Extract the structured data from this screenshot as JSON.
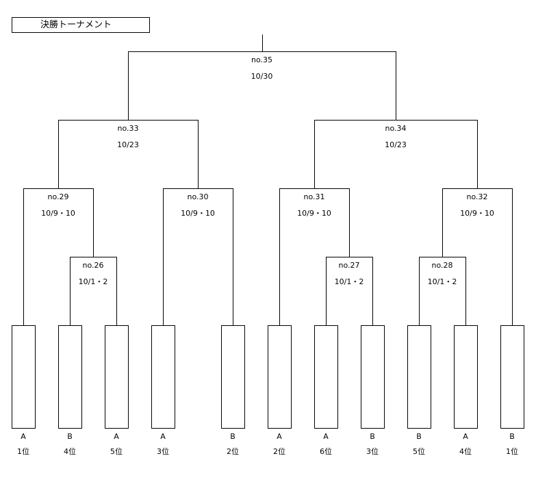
{
  "title": "決勝トーナメント",
  "matches": [
    {
      "id": "m35",
      "no": "no.35",
      "date": "10/30"
    },
    {
      "id": "m33",
      "no": "no.33",
      "date": "10/23"
    },
    {
      "id": "m34",
      "no": "no.34",
      "date": "10/23"
    },
    {
      "id": "m29",
      "no": "no.29",
      "date": "10/9・10"
    },
    {
      "id": "m30",
      "no": "no.30",
      "date": "10/9・10"
    },
    {
      "id": "m31",
      "no": "no.31",
      "date": "10/9・10"
    },
    {
      "id": "m32",
      "no": "no.32",
      "date": "10/9・10"
    },
    {
      "id": "m26",
      "no": "no.26",
      "date": "10/1・2"
    },
    {
      "id": "m27",
      "no": "no.27",
      "date": "10/1・2"
    },
    {
      "id": "m28",
      "no": "no.28",
      "date": "10/1・2"
    }
  ],
  "teams": [
    {
      "group": "A",
      "rank": "1位"
    },
    {
      "group": "B",
      "rank": "4位"
    },
    {
      "group": "A",
      "rank": "5位"
    },
    {
      "group": "A",
      "rank": "3位"
    },
    {
      "group": "B",
      "rank": "2位"
    },
    {
      "group": "A",
      "rank": "2位"
    },
    {
      "group": "A",
      "rank": "6位"
    },
    {
      "group": "B",
      "rank": "3位"
    },
    {
      "group": "B",
      "rank": "5位"
    },
    {
      "group": "A",
      "rank": "4位"
    },
    {
      "group": "B",
      "rank": "1位"
    }
  ]
}
